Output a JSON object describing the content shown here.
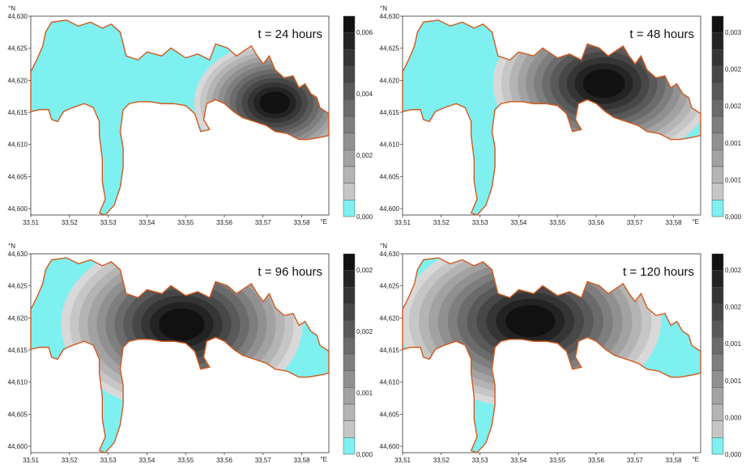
{
  "figure": {
    "panels": [
      {
        "title": "t = 24 hours",
        "colorbar_labels": [
          "0,006",
          "0,004",
          "0,002",
          "0,000"
        ],
        "plume": {
          "center_lon": 33.573,
          "center_lat": 44.6165,
          "peak": 0.0062,
          "spread_lon": 0.008,
          "spread_lat": 0.0035
        }
      },
      {
        "title": "t = 48 hours",
        "colorbar_labels": [
          "0,003",
          "0,002",
          "0,002",
          "0,001",
          "0,001",
          "0,000"
        ],
        "plume": {
          "center_lon": 33.562,
          "center_lat": 44.6195,
          "peak": 0.0036,
          "spread_lon": 0.011,
          "spread_lat": 0.0045
        }
      },
      {
        "title": "t = 96 hours",
        "colorbar_labels": [
          "0,002",
          "0,002",
          "0,001",
          "0,000"
        ],
        "plume": {
          "center_lon": 33.549,
          "center_lat": 44.619,
          "peak": 0.0029,
          "spread_lon": 0.012,
          "spread_lat": 0.005
        }
      },
      {
        "title": "t = 120 hours",
        "colorbar_labels": [
          "0,002",
          "0,002",
          "0,001",
          "0,001",
          "0,000",
          "0,000"
        ],
        "plume": {
          "center_lon": 33.543,
          "center_lat": 44.6195,
          "peak": 0.0027,
          "spread_lon": 0.013,
          "spread_lat": 0.005
        }
      }
    ],
    "x_ticks": [
      "33,51",
      "33,52",
      "33,53",
      "33,54",
      "33,55",
      "33,56",
      "33,57",
      "33,58"
    ],
    "y_ticks": [
      "44,630",
      "44,625",
      "44,620",
      "44,615",
      "44,610",
      "44,605",
      "44,600"
    ],
    "x_unit": "°E",
    "y_unit": "°N",
    "lon_range": [
      33.51,
      33.587
    ],
    "lat_range": [
      44.599,
      44.63
    ],
    "colors": {
      "water_clean": "#7ff0f0",
      "shore": "#d05a1e",
      "frame": "#333333",
      "plume_dark": "#111111",
      "plume_light": "#d8d8d8"
    },
    "colorbar_steps": 12
  }
}
